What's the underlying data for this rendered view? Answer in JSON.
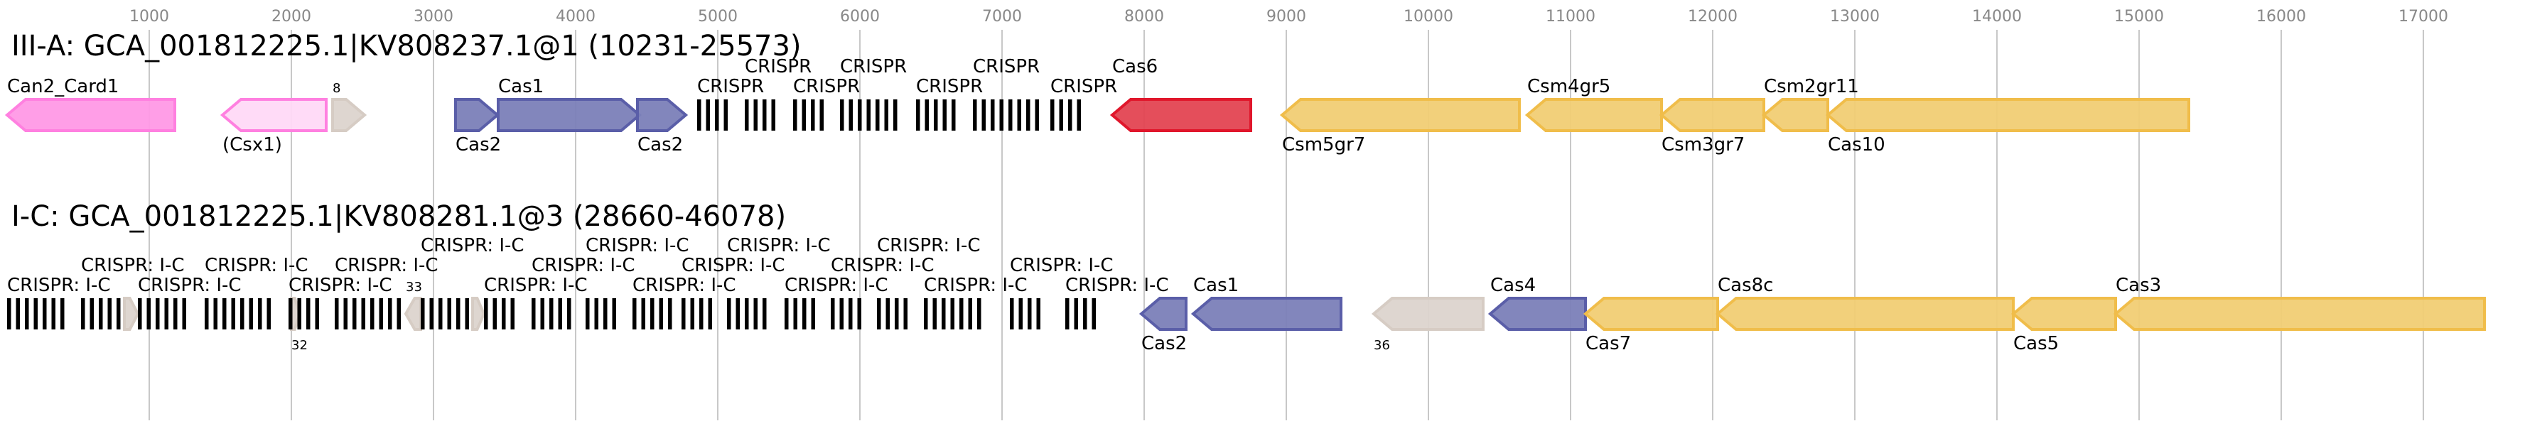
{
  "axis": {
    "ticks": [
      1000,
      2000,
      3000,
      4000,
      5000,
      6000,
      7000,
      8000,
      9000,
      10000,
      11000,
      12000,
      13000,
      14000,
      15000,
      16000,
      17000
    ]
  },
  "colors": {
    "pink": {
      "fill": "#ff99e6",
      "stroke": "#ff80e0"
    },
    "lightpink": {
      "fill": "#ffd9f7",
      "stroke": "#ff80e0"
    },
    "grey": {
      "fill": "#dcd4ce",
      "stroke": "#d6ccc4"
    },
    "blue": {
      "fill": "#7b7fb8",
      "stroke": "#5a5ea8"
    },
    "red": {
      "fill": "#e34452",
      "stroke": "#e0162b"
    },
    "yellow": {
      "fill": "#f1cd74",
      "stroke": "#f0bd4a"
    },
    "crispr": "#000000",
    "grid": "#c8c8c8"
  },
  "loci": [
    {
      "title": "III-A: GCA_001812225.1|KV808237.1@1 (10231-25573)",
      "genes": [
        {
          "label": "Can2_Card1",
          "start": 0,
          "end": 1180,
          "strand": "-",
          "color": "pink",
          "pos": "above"
        },
        {
          "label": "(Csx1)",
          "start": 1515,
          "end": 2245,
          "strand": "-",
          "color": "lightpink",
          "pos": "below"
        },
        {
          "label": "8",
          "start": 2290,
          "end": 2515,
          "strand": "+",
          "color": "grey",
          "pos": "above",
          "small": true
        },
        {
          "label": "Cas2",
          "start": 3155,
          "end": 3450,
          "strand": "+",
          "color": "blue",
          "pos": "below"
        },
        {
          "label": "Cas1",
          "start": 3455,
          "end": 4450,
          "strand": "+",
          "color": "blue",
          "pos": "above"
        },
        {
          "label": "Cas2",
          "start": 4435,
          "end": 4775,
          "strand": "+",
          "color": "blue",
          "pos": "below"
        },
        {
          "label": "Cas6",
          "start": 7775,
          "end": 8750,
          "strand": "-",
          "color": "red",
          "pos": "above"
        },
        {
          "label": "Csm5gr7",
          "start": 8970,
          "end": 10640,
          "strand": "-",
          "color": "yellow",
          "pos": "below"
        },
        {
          "label": "Csm4gr5",
          "start": 10695,
          "end": 11640,
          "strand": "-",
          "color": "yellow",
          "pos": "above"
        },
        {
          "label": "Csm3gr7",
          "start": 11640,
          "end": 12360,
          "strand": "-",
          "color": "yellow",
          "pos": "below"
        },
        {
          "label": "Csm2gr11",
          "start": 12360,
          "end": 12810,
          "strand": "-",
          "color": "yellow",
          "pos": "above"
        },
        {
          "label": "Cas10",
          "start": 12810,
          "end": 15350,
          "strand": "-",
          "color": "yellow",
          "pos": "below"
        }
      ],
      "crisprs": [
        {
          "label": "CRISPR",
          "start": 4855,
          "end": 5105
        },
        {
          "label": "CRISPR",
          "start": 5190,
          "end": 5445
        },
        {
          "label": "CRISPR",
          "start": 5530,
          "end": 5780
        },
        {
          "label": "CRISPR",
          "start": 5860,
          "end": 6310
        },
        {
          "label": "CRISPR",
          "start": 6395,
          "end": 6710
        },
        {
          "label": "CRISPR",
          "start": 6795,
          "end": 7255
        },
        {
          "label": "CRISPR",
          "start": 7340,
          "end": 7590
        }
      ]
    },
    {
      "title": "I-C: GCA_001812225.1|KV808281.1@3 (28660-46078)",
      "genes": [
        {
          "label": "",
          "start": 825,
          "end": 920,
          "strand": "+",
          "color": "grey",
          "pos": "above"
        },
        {
          "label": "32",
          "start": 2000,
          "end": 2060,
          "strand": "+",
          "color": "grey",
          "pos": "below",
          "small": true
        },
        {
          "label": "33",
          "start": 2805,
          "end": 2910,
          "strand": "-",
          "color": "grey",
          "pos": "above",
          "small": true
        },
        {
          "label": "",
          "start": 3275,
          "end": 3355,
          "strand": "+",
          "color": "grey",
          "pos": "above"
        },
        {
          "label": "Cas2",
          "start": 7980,
          "end": 8295,
          "strand": "-",
          "color": "blue",
          "pos": "below"
        },
        {
          "label": "Cas1",
          "start": 8345,
          "end": 9385,
          "strand": "-",
          "color": "blue",
          "pos": "above"
        },
        {
          "label": "36",
          "start": 9615,
          "end": 10385,
          "strand": "-",
          "color": "grey",
          "pos": "below",
          "small": true
        },
        {
          "label": "Cas4",
          "start": 10435,
          "end": 11105,
          "strand": "-",
          "color": "blue",
          "pos": "above"
        },
        {
          "label": "Cas7",
          "start": 11105,
          "end": 12035,
          "strand": "-",
          "color": "yellow",
          "pos": "below"
        },
        {
          "label": "Cas8c",
          "start": 12035,
          "end": 14115,
          "strand": "-",
          "color": "yellow",
          "pos": "above"
        },
        {
          "label": "Cas5",
          "start": 14115,
          "end": 14835,
          "strand": "-",
          "color": "yellow",
          "pos": "below"
        },
        {
          "label": "Cas3",
          "start": 14835,
          "end": 17430,
          "strand": "-",
          "color": "yellow",
          "pos": "above"
        }
      ],
      "crisprs": [
        {
          "label": "CRISPR: I-C",
          "start": 0,
          "end": 425
        },
        {
          "label": "CRISPR: I-C",
          "start": 520,
          "end": 815
        },
        {
          "label": "CRISPR: I-C",
          "start": 920,
          "end": 1285
        },
        {
          "label": "CRISPR: I-C",
          "start": 1390,
          "end": 1890
        },
        {
          "label": "CRISPR: I-C",
          "start": 1980,
          "end": 2195
        },
        {
          "label": "CRISPR: I-C",
          "start": 2305,
          "end": 2805
        },
        {
          "label": "CRISPR: I-C",
          "start": 2910,
          "end": 3265
        },
        {
          "label": "CRISPR: I-C",
          "start": 3355,
          "end": 3595
        },
        {
          "label": "CRISPR: I-C",
          "start": 3690,
          "end": 4005
        },
        {
          "label": "CRISPR: I-C",
          "start": 4070,
          "end": 4310
        },
        {
          "label": "CRISPR: I-C",
          "start": 4400,
          "end": 4670
        },
        {
          "label": "CRISPR: I-C",
          "start": 4745,
          "end": 4975
        },
        {
          "label": "CRISPR: I-C",
          "start": 5065,
          "end": 5380
        },
        {
          "label": "CRISPR: I-C",
          "start": 5470,
          "end": 5705
        },
        {
          "label": "CRISPR: I-C",
          "start": 5795,
          "end": 6030
        },
        {
          "label": "CRISPR: I-C",
          "start": 6120,
          "end": 6350
        },
        {
          "label": "CRISPR: I-C",
          "start": 6450,
          "end": 6875
        },
        {
          "label": "CRISPR: I-C",
          "start": 7055,
          "end": 7270
        },
        {
          "label": "CRISPR: I-C",
          "start": 7445,
          "end": 7660
        }
      ]
    }
  ]
}
